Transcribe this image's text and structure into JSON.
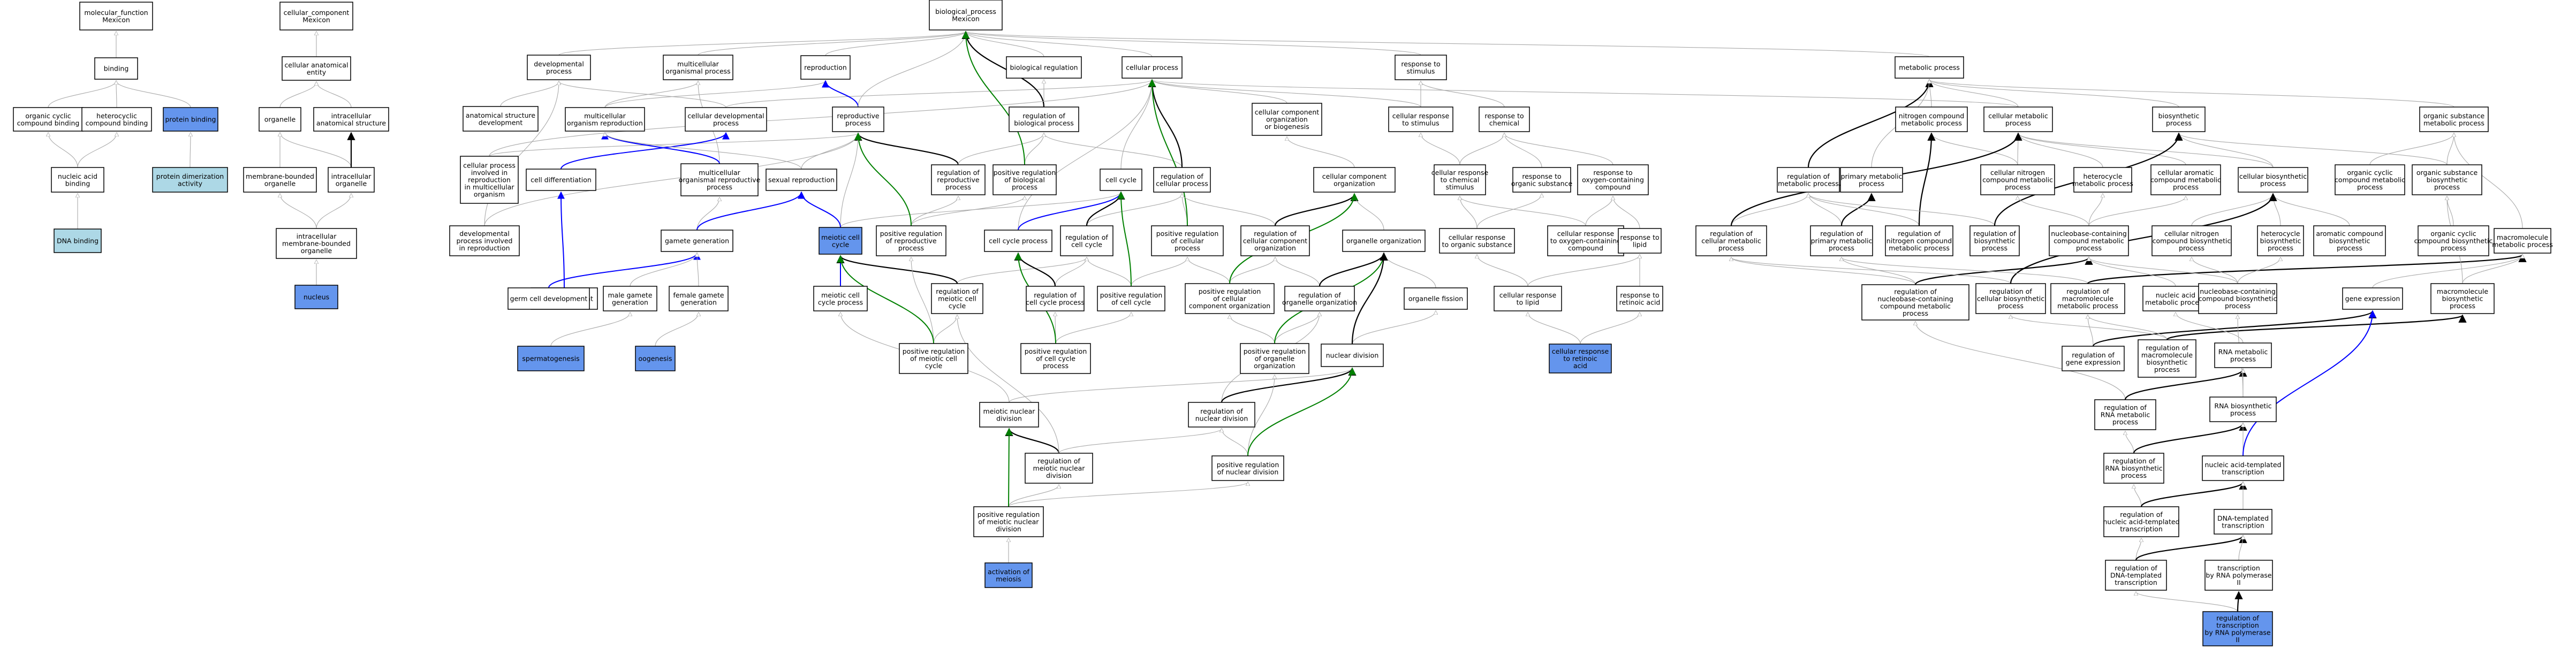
{
  "colors": {
    "node_default": "#ffffff",
    "node_cyan": "#add8e6",
    "node_blue": "#6495ed",
    "edge_is_a": "#a9a9a9",
    "edge_part_of": "#000000",
    "edge_positively_regulates": "#008000",
    "edge_regulates": "#0000ff"
  },
  "nodes": [
    {
      "id": "mf",
      "lines": [
        "molecular_function",
        "Mexicon"
      ],
      "color": "default"
    },
    {
      "id": "cc",
      "lines": [
        "cellular_component",
        "Mexicon"
      ],
      "color": "default"
    },
    {
      "id": "bp",
      "lines": [
        "biological_process",
        "Mexicon"
      ],
      "color": "default"
    },
    {
      "id": "binding",
      "lines": [
        "binding"
      ],
      "color": "default"
    },
    {
      "id": "ocyc",
      "lines": [
        "organic cyclic",
        "compound binding"
      ],
      "color": "default"
    },
    {
      "id": "hetb",
      "lines": [
        "heterocyclic",
        "compound binding"
      ],
      "color": "default"
    },
    {
      "id": "protb",
      "lines": [
        "protein binding"
      ],
      "color": "blue"
    },
    {
      "id": "nab",
      "lines": [
        "nucleic acid",
        "binding"
      ],
      "color": "default"
    },
    {
      "id": "pdim",
      "lines": [
        "protein dimerization",
        "activity"
      ],
      "color": "cyan"
    },
    {
      "id": "dnab",
      "lines": [
        "DNA binding"
      ],
      "color": "cyan"
    },
    {
      "id": "cae",
      "lines": [
        "cellular anatomical",
        "entity"
      ],
      "color": "default"
    },
    {
      "id": "org",
      "lines": [
        "organelle"
      ],
      "color": "default"
    },
    {
      "id": "ias",
      "lines": [
        "intracellular",
        "anatomical structure"
      ],
      "color": "default"
    },
    {
      "id": "mbo",
      "lines": [
        "membrane-bounded",
        "organelle"
      ],
      "color": "default"
    },
    {
      "id": "io",
      "lines": [
        "intracellular",
        "organelle"
      ],
      "color": "default"
    },
    {
      "id": "imbo",
      "lines": [
        "intracellular",
        "membrane-bounded",
        "organelle"
      ],
      "color": "default"
    },
    {
      "id": "nucleus",
      "lines": [
        "nucleus"
      ],
      "color": "blue"
    },
    {
      "id": "devp",
      "lines": [
        "developmental",
        "process"
      ],
      "color": "default"
    },
    {
      "id": "mop",
      "lines": [
        "multicellular",
        "organismal process"
      ],
      "color": "default"
    },
    {
      "id": "repro",
      "lines": [
        "reproduction"
      ],
      "color": "default"
    },
    {
      "id": "breg",
      "lines": [
        "biological regulation"
      ],
      "color": "default"
    },
    {
      "id": "cp",
      "lines": [
        "cellular process"
      ],
      "color": "default"
    },
    {
      "id": "rts",
      "lines": [
        "response to",
        "stimulus"
      ],
      "color": "default"
    },
    {
      "id": "metp",
      "lines": [
        "metabolic process"
      ],
      "color": "default"
    },
    {
      "id": "asd",
      "lines": [
        "anatomical structure",
        "development"
      ],
      "color": "default"
    },
    {
      "id": "mor",
      "lines": [
        "multicellular",
        "organism reproduction"
      ],
      "color": "default"
    },
    {
      "id": "cdp",
      "lines": [
        "cellular developmental",
        "process"
      ],
      "color": "default"
    },
    {
      "id": "rp",
      "lines": [
        "reproductive",
        "process"
      ],
      "color": "default"
    },
    {
      "id": "rbp",
      "lines": [
        "regulation of",
        "biological process"
      ],
      "color": "default"
    },
    {
      "id": "ccob",
      "lines": [
        "cellular component",
        "organization",
        "or biogenesis"
      ],
      "color": "default"
    },
    {
      "id": "crts",
      "lines": [
        "cellular response",
        "to stimulus"
      ],
      "color": "default"
    },
    {
      "id": "rtc",
      "lines": [
        "response to",
        "chemical"
      ],
      "color": "default"
    },
    {
      "id": "ncmp",
      "lines": [
        "nitrogen compound",
        "metabolic process"
      ],
      "color": "default"
    },
    {
      "id": "cmp",
      "lines": [
        "cellular metabolic",
        "process"
      ],
      "color": "default"
    },
    {
      "id": "biosp",
      "lines": [
        "biosynthetic",
        "process"
      ],
      "color": "default"
    },
    {
      "id": "osmp",
      "lines": [
        "organic substance",
        "metabolic process"
      ],
      "color": "default"
    },
    {
      "id": "cpiir",
      "lines": [
        "cellular process",
        "involved in",
        "reproduction",
        "in multicellular",
        "organism"
      ],
      "color": "default"
    },
    {
      "id": "cdiff",
      "lines": [
        "cell differentiation"
      ],
      "color": "default"
    },
    {
      "id": "morp",
      "lines": [
        "multicellular",
        "organismal reproductive",
        "process"
      ],
      "color": "default"
    },
    {
      "id": "srep",
      "lines": [
        "sexual reproduction"
      ],
      "color": "default"
    },
    {
      "id": "rorp",
      "lines": [
        "regulation of",
        "reproductive",
        "process"
      ],
      "color": "default"
    },
    {
      "id": "prbp",
      "lines": [
        "positive regulation",
        "of biological",
        "process"
      ],
      "color": "default"
    },
    {
      "id": "ccyc",
      "lines": [
        "cell cycle"
      ],
      "color": "default"
    },
    {
      "id": "rcp",
      "lines": [
        "regulation of",
        "cellular process"
      ],
      "color": "default"
    },
    {
      "id": "cco",
      "lines": [
        "cellular component",
        "organization"
      ],
      "color": "default"
    },
    {
      "id": "crcs",
      "lines": [
        "cellular response",
        "to chemical",
        "stimulus"
      ],
      "color": "default"
    },
    {
      "id": "rtos",
      "lines": [
        "response to",
        "organic substance"
      ],
      "color": "default"
    },
    {
      "id": "rtocc",
      "lines": [
        "response to",
        "oxygen-containing",
        "compound"
      ],
      "color": "default"
    },
    {
      "id": "rmp",
      "lines": [
        "regulation of",
        "metabolic process"
      ],
      "color": "default"
    },
    {
      "id": "pmp",
      "lines": [
        "primary metabolic",
        "process"
      ],
      "color": "default"
    },
    {
      "id": "cncmp",
      "lines": [
        "cellular nitrogen",
        "compound metabolic",
        "process"
      ],
      "color": "default"
    },
    {
      "id": "hmp",
      "lines": [
        "heterocycle",
        "metabolic process"
      ],
      "color": "default"
    },
    {
      "id": "cacmp",
      "lines": [
        "cellular aromatic",
        "compound metabolic",
        "process"
      ],
      "color": "default"
    },
    {
      "id": "cbp",
      "lines": [
        "cellular biosynthetic",
        "process"
      ],
      "color": "default"
    },
    {
      "id": "occmp",
      "lines": [
        "organic cyclic",
        "compound metabolic",
        "process"
      ],
      "color": "default"
    },
    {
      "id": "osbp",
      "lines": [
        "organic substance",
        "biosynthetic",
        "process"
      ],
      "color": "default"
    },
    {
      "id": "dpir",
      "lines": [
        "developmental",
        "process involved",
        "in reproduction"
      ],
      "color": "default"
    },
    {
      "id": "cdev",
      "lines": [
        "cell development"
      ],
      "color": "default"
    },
    {
      "id": "gg",
      "lines": [
        "gamete generation"
      ],
      "color": "default"
    },
    {
      "id": "mcc",
      "lines": [
        "meiotic cell",
        "cycle"
      ],
      "color": "blue"
    },
    {
      "id": "prrp",
      "lines": [
        "positive regulation",
        "of reproductive",
        "process"
      ],
      "color": "default"
    },
    {
      "id": "ccp",
      "lines": [
        "cell cycle process"
      ],
      "color": "default"
    },
    {
      "id": "rcc",
      "lines": [
        "regulation of",
        "cell cycle"
      ],
      "color": "default"
    },
    {
      "id": "prcp",
      "lines": [
        "positive regulation",
        "of cellular",
        "process"
      ],
      "color": "default"
    },
    {
      "id": "rccorg",
      "lines": [
        "regulation of",
        "cellular component",
        "organization"
      ],
      "color": "default"
    },
    {
      "id": "orgorg",
      "lines": [
        "organelle organization"
      ],
      "color": "default"
    },
    {
      "id": "crtos",
      "lines": [
        "cellular response",
        "to organic substance"
      ],
      "color": "default"
    },
    {
      "id": "crtocc",
      "lines": [
        "cellular response",
        "to oxygen-containing",
        "compound"
      ],
      "color": "default"
    },
    {
      "id": "rtl",
      "lines": [
        "response to",
        "lipid"
      ],
      "color": "default"
    },
    {
      "id": "rcmp",
      "lines": [
        "regulation of",
        "cellular metabolic",
        "process"
      ],
      "color": "default"
    },
    {
      "id": "rpmp",
      "lines": [
        "regulation of",
        "primary metabolic",
        "process"
      ],
      "color": "default"
    },
    {
      "id": "rncmp",
      "lines": [
        "regulation of",
        "nitrogen compound",
        "metabolic process"
      ],
      "color": "default"
    },
    {
      "id": "rbiosp",
      "lines": [
        "regulation of",
        "biosynthetic",
        "process"
      ],
      "color": "default"
    },
    {
      "id": "nccmp",
      "lines": [
        "nucleobase-containing",
        "compound metabolic",
        "process"
      ],
      "color": "default"
    },
    {
      "id": "cncbp",
      "lines": [
        "cellular nitrogen",
        "compound biosynthetic",
        "process"
      ],
      "color": "default"
    },
    {
      "id": "hbp",
      "lines": [
        "heterocycle",
        "biosynthetic",
        "process"
      ],
      "color": "default"
    },
    {
      "id": "acbp",
      "lines": [
        "aromatic compound",
        "biosynthetic",
        "process"
      ],
      "color": "default"
    },
    {
      "id": "occbp",
      "lines": [
        "organic cyclic",
        "compound biosynthetic",
        "process"
      ],
      "color": "default"
    },
    {
      "id": "mmp",
      "lines": [
        "macromolecule",
        "metabolic process"
      ],
      "color": "default"
    },
    {
      "id": "gcd",
      "lines": [
        "germ cell development"
      ],
      "color": "default"
    },
    {
      "id": "mgg",
      "lines": [
        "male gamete",
        "generation"
      ],
      "color": "default"
    },
    {
      "id": "fgg",
      "lines": [
        "female gamete",
        "generation"
      ],
      "color": "default"
    },
    {
      "id": "mccp",
      "lines": [
        "meiotic cell",
        "cycle process"
      ],
      "color": "default"
    },
    {
      "id": "rmcc",
      "lines": [
        "regulation of",
        "meiotic cell",
        "cycle"
      ],
      "color": "default"
    },
    {
      "id": "rccp",
      "lines": [
        "regulation of",
        "cell cycle process"
      ],
      "color": "default"
    },
    {
      "id": "prcc",
      "lines": [
        "positive regulation",
        "of cell cycle"
      ],
      "color": "default"
    },
    {
      "id": "prccorg",
      "lines": [
        "positive regulation",
        "of cellular",
        "component organization"
      ],
      "color": "default"
    },
    {
      "id": "rorgorg",
      "lines": [
        "regulation of",
        "organelle organization"
      ],
      "color": "default"
    },
    {
      "id": "orgf",
      "lines": [
        "organelle fission"
      ],
      "color": "default"
    },
    {
      "id": "crtl",
      "lines": [
        "cellular response",
        "to lipid"
      ],
      "color": "default"
    },
    {
      "id": "rtra",
      "lines": [
        "response to",
        "retinoic acid"
      ],
      "color": "default"
    },
    {
      "id": "rnccmp",
      "lines": [
        "regulation of",
        "nucleobase-containing",
        "compound metabolic",
        "process"
      ],
      "color": "default"
    },
    {
      "id": "rcbp",
      "lines": [
        "regulation of",
        "cellular biosynthetic",
        "process"
      ],
      "color": "default"
    },
    {
      "id": "rmmp",
      "lines": [
        "regulation of",
        "macromolecule",
        "metabolic process"
      ],
      "color": "default"
    },
    {
      "id": "namp",
      "lines": [
        "nucleic acid",
        "metabolic process"
      ],
      "color": "default"
    },
    {
      "id": "nccbp",
      "lines": [
        "nucleobase-containing",
        "compound biosynthetic",
        "process"
      ],
      "color": "default"
    },
    {
      "id": "gexp",
      "lines": [
        "gene expression"
      ],
      "color": "default"
    },
    {
      "id": "mbiosp",
      "lines": [
        "macromolecule",
        "biosynthetic",
        "process"
      ],
      "color": "default"
    },
    {
      "id": "spg",
      "lines": [
        "spermatogenesis"
      ],
      "color": "blue"
    },
    {
      "id": "oog",
      "lines": [
        "oogenesis"
      ],
      "color": "blue"
    },
    {
      "id": "prmcc",
      "lines": [
        "positive regulation",
        "of meiotic cell",
        "cycle"
      ],
      "color": "default"
    },
    {
      "id": "prccp",
      "lines": [
        "positive regulation",
        "of cell cycle",
        "process"
      ],
      "color": "default"
    },
    {
      "id": "prorgorg",
      "lines": [
        "positive regulation",
        "of organelle",
        "organization"
      ],
      "color": "default"
    },
    {
      "id": "ndiv",
      "lines": [
        "nuclear division"
      ],
      "color": "default"
    },
    {
      "id": "crtra",
      "lines": [
        "cellular response",
        "to retinoic",
        "acid"
      ],
      "color": "blue"
    },
    {
      "id": "rge",
      "lines": [
        "regulation of",
        "gene expression"
      ],
      "color": "default"
    },
    {
      "id": "rmbp",
      "lines": [
        "regulation of",
        "macromolecule",
        "biosynthetic",
        "process"
      ],
      "color": "default"
    },
    {
      "id": "rnamp",
      "lines": [
        "RNA metabolic",
        "process"
      ],
      "color": "default"
    },
    {
      "id": "mnd",
      "lines": [
        "meiotic nuclear",
        "division"
      ],
      "color": "default"
    },
    {
      "id": "rnd",
      "lines": [
        "regulation of",
        "nuclear division"
      ],
      "color": "default"
    },
    {
      "id": "rrnamp",
      "lines": [
        "regulation of",
        "RNA metabolic",
        "process"
      ],
      "color": "default"
    },
    {
      "id": "rnabp",
      "lines": [
        "RNA biosynthetic",
        "process"
      ],
      "color": "default"
    },
    {
      "id": "rmnd",
      "lines": [
        "regulation of",
        "meiotic nuclear",
        "division"
      ],
      "color": "default"
    },
    {
      "id": "prnd",
      "lines": [
        "positive regulation",
        "of nuclear division"
      ],
      "color": "default"
    },
    {
      "id": "rrnabp",
      "lines": [
        "regulation of",
        "RNA biosynthetic",
        "process"
      ],
      "color": "default"
    },
    {
      "id": "natt",
      "lines": [
        "nucleic acid-templated",
        "transcription"
      ],
      "color": "default"
    },
    {
      "id": "prmnd",
      "lines": [
        "positive regulation",
        "of meiotic nuclear",
        "division"
      ],
      "color": "default"
    },
    {
      "id": "rnatt",
      "lines": [
        "regulation of",
        "nucleic acid-templated",
        "transcription"
      ],
      "color": "default"
    },
    {
      "id": "dtt",
      "lines": [
        "DNA-templated",
        "transcription"
      ],
      "color": "default"
    },
    {
      "id": "actm",
      "lines": [
        "activation of",
        "meiosis"
      ],
      "color": "blue"
    },
    {
      "id": "rdtt",
      "lines": [
        "regulation of",
        "DNA-templated",
        "transcription"
      ],
      "color": "default"
    },
    {
      "id": "tbrp",
      "lines": [
        "transcription",
        "by RNA polymerase",
        "II"
      ],
      "color": "default"
    },
    {
      "id": "rtrp",
      "lines": [
        "regulation of",
        "transcription",
        "by RNA polymerase",
        "II"
      ],
      "color": "blue"
    }
  ]
}
